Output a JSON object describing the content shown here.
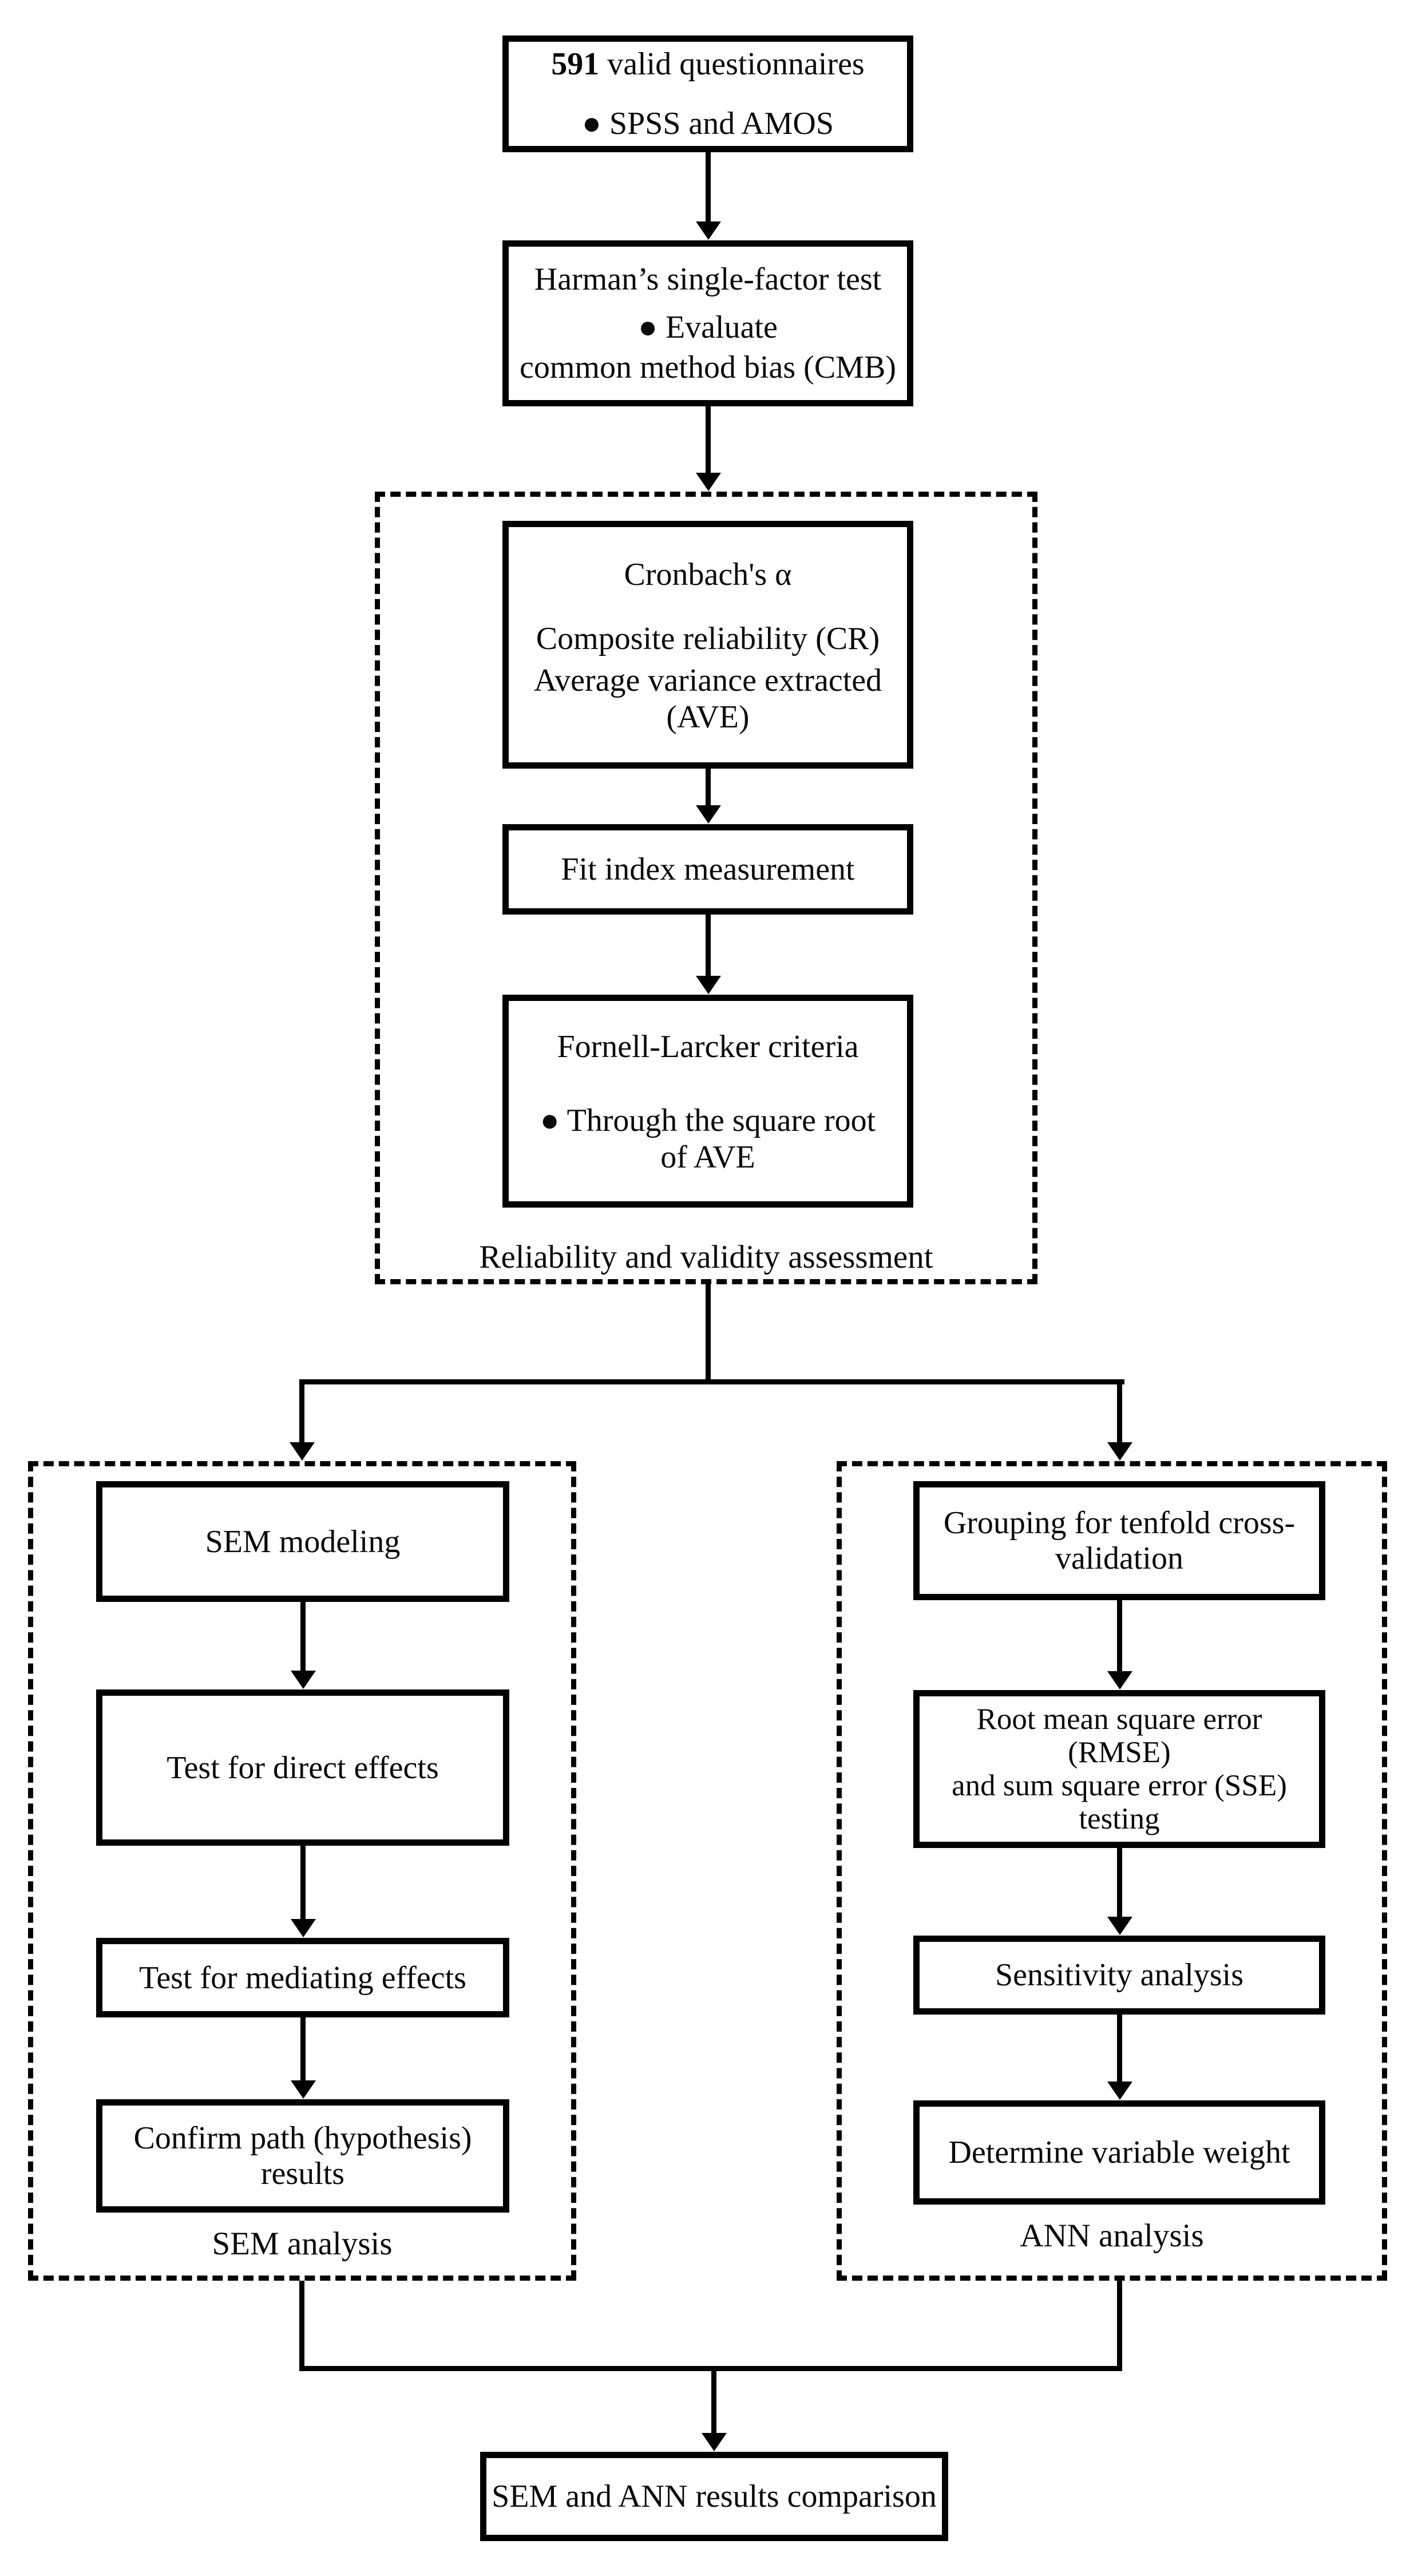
{
  "colors": {
    "ink": "#000000",
    "paper": "#ffffff"
  },
  "flow": {
    "questionnaires": {
      "count_bold": "591",
      "count_rest": " valid questionnaires",
      "tools": "● SPSS and AMOS"
    },
    "harman": {
      "lines": [
        "Harman’s single-factor test",
        "● Evaluate",
        "common method bias (CMB)"
      ]
    },
    "reliability": {
      "label": "Reliability and validity assessment",
      "measures": {
        "lines": [
          "Cronbach's α",
          "Composite reliability (CR)",
          "Average variance extracted",
          "(AVE)"
        ]
      },
      "fit": {
        "lines": [
          "Fit index measurement"
        ]
      },
      "fornell": {
        "lines": [
          "Fornell-Larcker criteria",
          "● Through the square root",
          "of AVE"
        ]
      }
    },
    "sem": {
      "label": "SEM analysis",
      "steps": [
        {
          "lines": [
            "SEM modeling"
          ]
        },
        {
          "lines": [
            "Test for direct effects"
          ]
        },
        {
          "lines": [
            "Test for mediating effects"
          ]
        },
        {
          "lines": [
            "Confirm path (hypothesis)",
            "results"
          ]
        }
      ]
    },
    "ann": {
      "label": "ANN analysis",
      "steps": [
        {
          "lines": [
            "Grouping for tenfold cross-",
            "validation"
          ]
        },
        {
          "lines": [
            "Root mean square error",
            "(RMSE)",
            "and sum square error (SSE)",
            "testing"
          ]
        },
        {
          "lines": [
            "Sensitivity analysis"
          ]
        },
        {
          "lines": [
            "Determine variable weight"
          ]
        }
      ]
    },
    "final": {
      "lines": [
        "SEM and ANN results comparison"
      ]
    }
  }
}
